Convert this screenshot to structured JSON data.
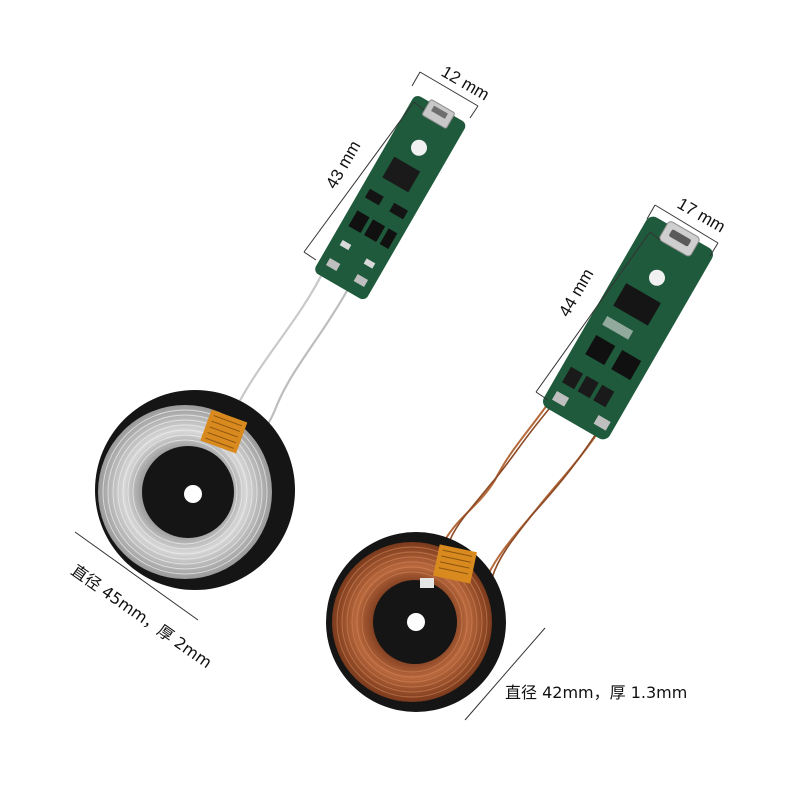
{
  "product_1": {
    "board_width": "12 mm",
    "board_length": "43 mm",
    "coil_caption": "直径 45mm，厚 2mm",
    "coil_color": "#b9b9b9"
  },
  "product_2": {
    "board_width": "17 mm",
    "board_length": "44 mm",
    "coil_caption": "直径 42mm，厚 1.3mm",
    "coil_color": "#a0502b"
  },
  "colors": {
    "pcb_green": "#1f5a3c",
    "coil_ferrite": "#151515",
    "flex_tape": "#d98a1e"
  }
}
